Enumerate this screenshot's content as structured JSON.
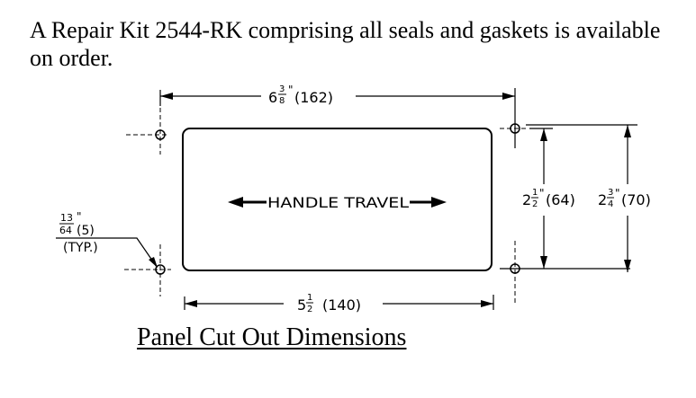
{
  "intro_text": "A Repair Kit 2544-RK comprising all seals and gaskets is available on order.",
  "drawing": {
    "top_dim_whole": "6",
    "top_dim_num": "3",
    "top_dim_den": "8",
    "top_dim_unit": "\"",
    "top_dim_metric": "(162)",
    "bottom_dim_whole": "5",
    "bottom_dim_num": "1",
    "bottom_dim_den": "2",
    "bottom_dim_metric": "(140)",
    "handle_travel": "HANDLE TRAVEL",
    "inner_dim_whole": "2",
    "inner_dim_num": "1",
    "inner_dim_den": "2",
    "inner_dim_unit": "\"",
    "inner_dim_metric": "(64)",
    "outer_dim_whole": "2",
    "outer_dim_num": "3",
    "outer_dim_den": "4",
    "outer_dim_unit": "\"",
    "outer_dim_metric": "(70)",
    "hole_num": "13",
    "hole_den": "64",
    "hole_unit": "\"",
    "hole_metric": "(5)",
    "hole_typ": "(TYP.)"
  },
  "caption": "Panel Cut Out Dimensions"
}
